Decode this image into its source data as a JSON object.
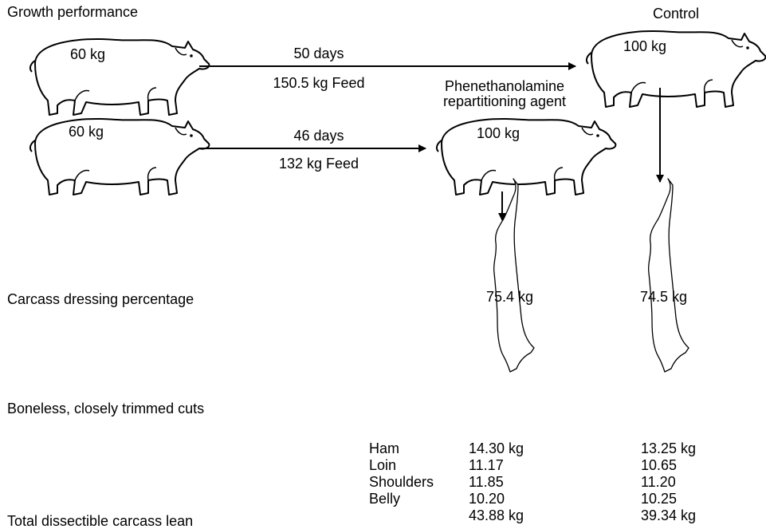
{
  "sections": {
    "growth": "Growth performance",
    "dressing": "Carcass dressing percentage",
    "cuts": "Boneless, closely trimmed cuts",
    "total": "Total dissectible carcass lean"
  },
  "groups": {
    "control_label": "Control",
    "treated_label_line1": "Phenethanolamine",
    "treated_label_line2": "repartitioning agent"
  },
  "pigs": {
    "start_1": "60 kg",
    "start_2": "60 kg",
    "control_end": "100 kg",
    "treated_end": "100 kg"
  },
  "arrows": {
    "control_days": "50 days",
    "control_feed": "150.5 kg Feed",
    "treated_days": "46 days",
    "treated_feed": "132 kg Feed"
  },
  "carcass": {
    "treated": "75.4 kg",
    "control": "74.5 kg"
  },
  "cuts": [
    {
      "name": "Ham",
      "treated": "14.30 kg",
      "control": "13.25 kg"
    },
    {
      "name": "Loin",
      "treated": "11.17",
      "control": "10.65"
    },
    {
      "name": "Shoulders",
      "treated": "11.85",
      "control": "11.20"
    },
    {
      "name": "Belly",
      "treated": "10.20",
      "control": "10.25"
    }
  ],
  "totals": {
    "treated": "43.88 kg",
    "control": "39.34 kg"
  }
}
